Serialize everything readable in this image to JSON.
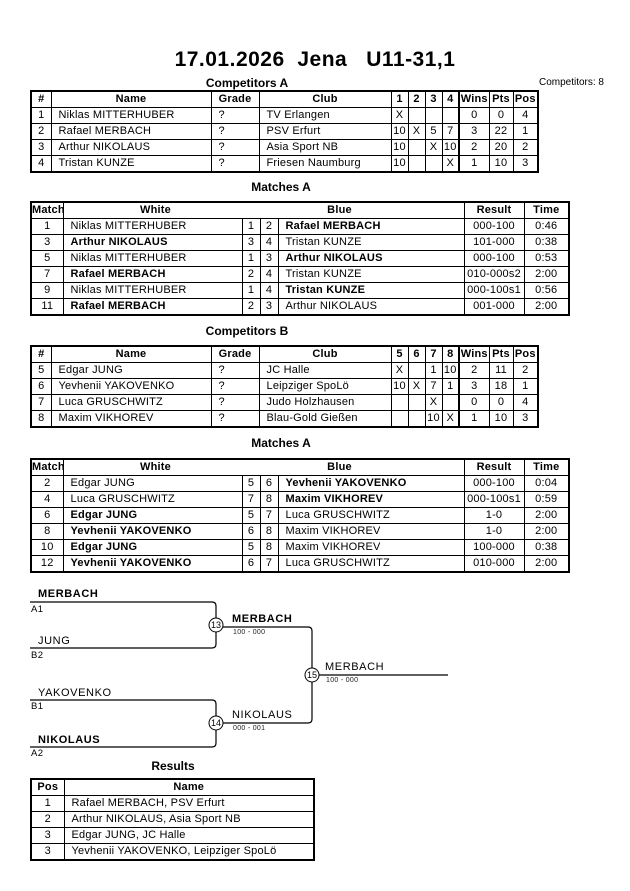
{
  "page": {
    "title": "17.01.2026  Jena   U11-31,1",
    "competitors_count": "Competitors: 8"
  },
  "sections": {
    "competitors_a": "Competitors A",
    "matches_a": "Matches A",
    "competitors_b": "Competitors B",
    "matches_b": "Matches A",
    "results": "Results"
  },
  "tables": {
    "competitorsA": {
      "headers": [
        "#",
        "Name",
        "Grade",
        "Club",
        "1",
        "2",
        "3",
        "4",
        "Wins",
        "Pts",
        "Pos"
      ],
      "rows": [
        [
          "1",
          "Niklas MITTERHUBER",
          "?",
          "TV Erlangen",
          "X",
          "",
          "",
          "",
          "0",
          "0",
          "4"
        ],
        [
          "2",
          "Rafael MERBACH",
          "?",
          "PSV Erfurt",
          "10",
          "X",
          "5",
          "7",
          "3",
          "22",
          "1"
        ],
        [
          "3",
          "Arthur NIKOLAUS",
          "?",
          "Asia Sport NB",
          "10",
          "",
          "X",
          "10",
          "2",
          "20",
          "2"
        ],
        [
          "4",
          "Tristan KUNZE",
          "?",
          "Friesen Naumburg",
          "10",
          "",
          "",
          "X",
          "1",
          "10",
          "3"
        ]
      ]
    },
    "matchesA": {
      "headers": [
        "Match",
        "White",
        "Blue",
        "Result",
        "Time"
      ],
      "rows": [
        [
          "1",
          "Niklas MITTERHUBER",
          "1",
          "2",
          {
            "t": "Rafael MERBACH",
            "b": true
          },
          "000-100",
          "0:46"
        ],
        [
          "3",
          {
            "t": "Arthur NIKOLAUS",
            "b": true
          },
          "3",
          "4",
          "Tristan KUNZE",
          "101-000",
          "0:38"
        ],
        [
          "5",
          "Niklas MITTERHUBER",
          "1",
          "3",
          {
            "t": "Arthur NIKOLAUS",
            "b": true
          },
          "000-100",
          "0:53"
        ],
        [
          "7",
          {
            "t": "Rafael MERBACH",
            "b": true
          },
          "2",
          "4",
          "Tristan KUNZE",
          "010-000s2",
          "2:00"
        ],
        [
          "9",
          "Niklas MITTERHUBER",
          "1",
          "4",
          {
            "t": "Tristan KUNZE",
            "b": true
          },
          "000-100s1",
          "0:56"
        ],
        [
          "11",
          {
            "t": "Rafael MERBACH",
            "b": true
          },
          "2",
          "3",
          "Arthur NIKOLAUS",
          "001-000",
          "2:00"
        ]
      ]
    },
    "competitorsB": {
      "headers": [
        "#",
        "Name",
        "Grade",
        "Club",
        "5",
        "6",
        "7",
        "8",
        "Wins",
        "Pts",
        "Pos"
      ],
      "rows": [
        [
          "5",
          "Edgar JUNG",
          "?",
          "JC Halle",
          "X",
          "",
          "1",
          "10",
          "2",
          "11",
          "2"
        ],
        [
          "6",
          "Yevhenii YAKOVENKO",
          "?",
          "Leipziger SpoLö",
          "10",
          "X",
          "7",
          "1",
          "3",
          "18",
          "1"
        ],
        [
          "7",
          "Luca GRUSCHWITZ",
          "?",
          "Judo Holzhausen",
          "",
          "",
          "X",
          "",
          "0",
          "0",
          "4"
        ],
        [
          "8",
          "Maxim VIKHOREV",
          "?",
          "Blau-Gold Gießen",
          "",
          "",
          "10",
          "X",
          "1",
          "10",
          "3"
        ]
      ]
    },
    "matchesB": {
      "headers": [
        "Match",
        "White",
        "Blue",
        "Result",
        "Time"
      ],
      "rows": [
        [
          "2",
          "Edgar JUNG",
          "5",
          "6",
          {
            "t": "Yevhenii YAKOVENKO",
            "b": true
          },
          "000-100",
          "0:04"
        ],
        [
          "4",
          "Luca GRUSCHWITZ",
          "7",
          "8",
          {
            "t": "Maxim VIKHOREV",
            "b": true
          },
          "000-100s1",
          "0:59"
        ],
        [
          "6",
          {
            "t": "Edgar JUNG",
            "b": true
          },
          "5",
          "7",
          "Luca GRUSCHWITZ",
          "1-0",
          "2:00"
        ],
        [
          "8",
          {
            "t": "Yevhenii YAKOVENKO",
            "b": true
          },
          "6",
          "8",
          "Maxim VIKHOREV",
          "1-0",
          "2:00"
        ],
        [
          "10",
          {
            "t": "Edgar JUNG",
            "b": true
          },
          "5",
          "8",
          "Maxim VIKHOREV",
          "100-000",
          "0:38"
        ],
        [
          "12",
          {
            "t": "Yevhenii YAKOVENKO",
            "b": true
          },
          "6",
          "7",
          "Luca GRUSCHWITZ",
          "010-000",
          "2:00"
        ]
      ]
    },
    "results": {
      "headers": [
        "Pos",
        "Name"
      ],
      "rows": [
        [
          "1",
          "Rafael MERBACH, PSV Erfurt"
        ],
        [
          "2",
          "Arthur NIKOLAUS, Asia Sport NB"
        ],
        [
          "3",
          "Edgar JUNG, JC Halle"
        ],
        [
          "3",
          "Yevhenii YAKOVENKO, Leipziger SpoLö"
        ]
      ]
    }
  },
  "bracket": {
    "slots": [
      {
        "name": "MERBACH",
        "seed": "A1",
        "bold": true
      },
      {
        "name": "JUNG",
        "seed": "B2",
        "bold": false
      },
      {
        "name": "YAKOVENKO",
        "seed": "B1",
        "bold": false
      },
      {
        "name": "NIKOLAUS",
        "seed": "A2",
        "bold": true
      }
    ],
    "nodes": [
      {
        "num": "13",
        "winner": "MERBACH",
        "score": "100 - 000",
        "bold": true
      },
      {
        "num": "14",
        "winner": "NIKOLAUS",
        "score": "000 - 001",
        "bold": false
      },
      {
        "num": "15",
        "winner": "MERBACH",
        "score": "100 - 000",
        "bold": false
      }
    ]
  }
}
